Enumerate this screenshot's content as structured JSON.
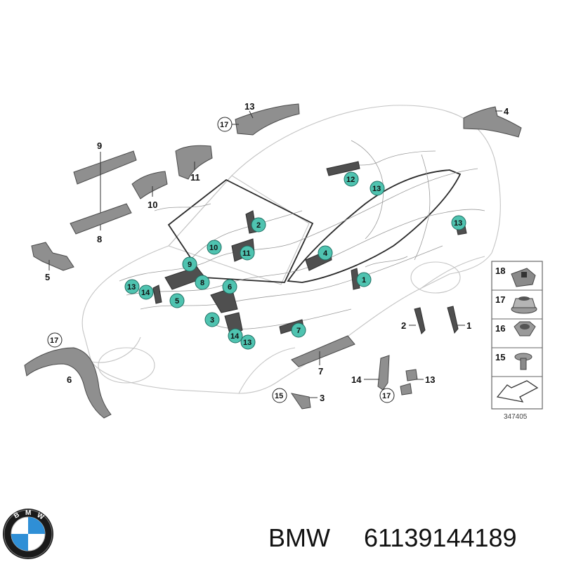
{
  "diagram_labels": {
    "l13_top": "13",
    "l17_top": "17",
    "l4": "4",
    "l9": "9",
    "l11": "11",
    "l10": "10",
    "l8": "8",
    "l5": "5",
    "l6": "6",
    "l17_left": "17",
    "l7": "7",
    "l2_right": "2",
    "l1_right": "1",
    "l14": "14",
    "l13_bottom": "13",
    "l15": "15",
    "l3": "3",
    "l17_bottom": "17"
  },
  "callouts": {
    "c12": "12",
    "c13a": "13",
    "c13b": "13",
    "c2": "2",
    "c10": "10",
    "c11": "11",
    "c4": "4",
    "c9": "9",
    "c13c": "13",
    "c14a": "14",
    "c8": "8",
    "c6": "6",
    "c1": "1",
    "c5": "5",
    "c3": "3",
    "c7": "7",
    "c14b": "14",
    "c13d": "13"
  },
  "legend": {
    "items": [
      {
        "number": "18",
        "icon": "clip-icon"
      },
      {
        "number": "17",
        "icon": "hex-nut-flange-icon"
      },
      {
        "number": "16",
        "icon": "hex-nut-icon"
      },
      {
        "number": "15",
        "icon": "screw-icon"
      }
    ],
    "caption": "347405"
  },
  "footer": {
    "brand": "BMW",
    "part_number": "61139144189",
    "logo_letters": [
      "B",
      "M",
      "W"
    ],
    "logo_colors": {
      "blue": "#2f8fd6",
      "white": "#ffffff",
      "ring": "#1a1a1a"
    }
  },
  "colors": {
    "callout_fill": "#4fc3b0",
    "part_gray": "#8f8f8f"
  }
}
